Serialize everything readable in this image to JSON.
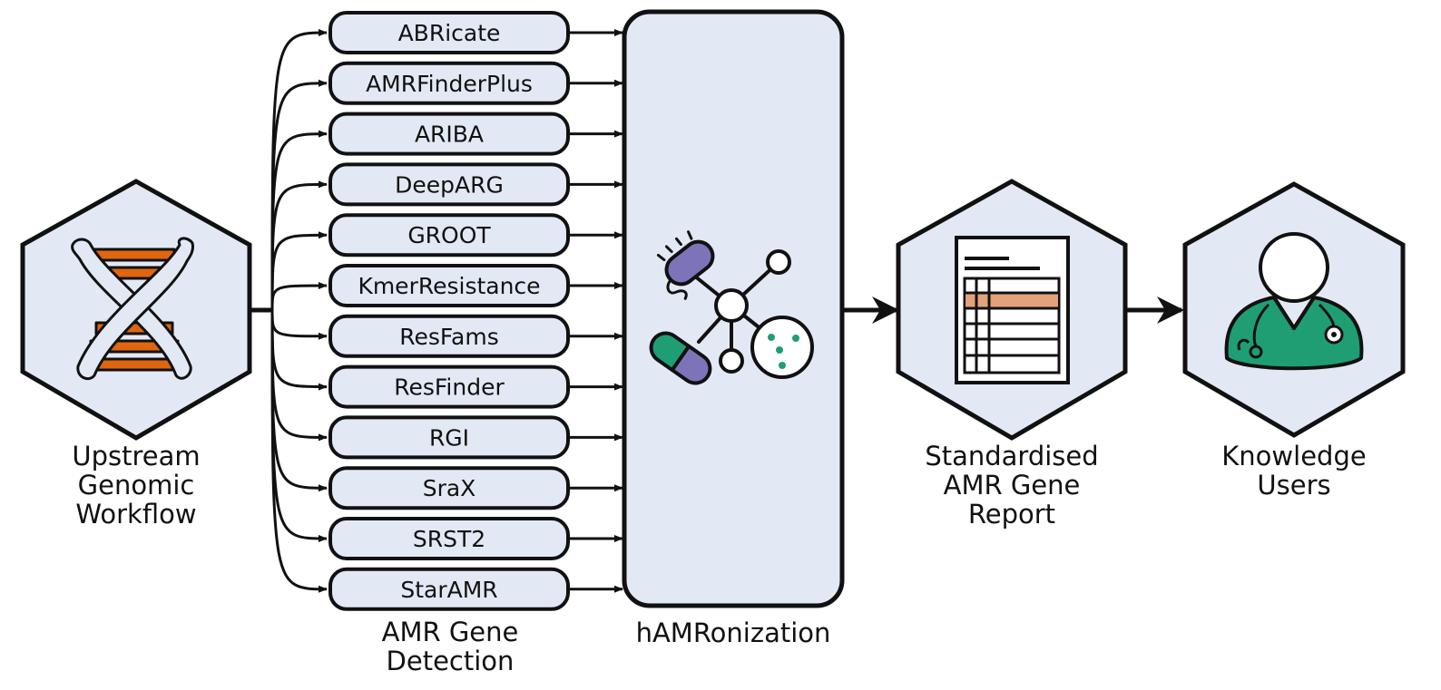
{
  "colors": {
    "panel_fill": "#e3e9f4",
    "stroke": "#111111",
    "dna_orange": "#e0650f",
    "report_highlight": "#e3a27a",
    "bacteria_purple": "#7d73b9",
    "capsule_green": "#1f9e73",
    "user_scrubs": "#1f9e73"
  },
  "nodes": {
    "upstream": {
      "icon": "dna-icon",
      "label_lines": [
        "Upstream",
        "Genomic",
        "Workflow"
      ]
    },
    "detection": {
      "label_lines": [
        "AMR Gene",
        "Detection"
      ],
      "tools": [
        "ABRicate",
        "AMRFinderPlus",
        "ARIBA",
        "DeepARG",
        "GROOT",
        "KmerResistance",
        "ResFams",
        "ResFinder",
        "RGI",
        "SraX",
        "SRST2",
        "StarAMR"
      ]
    },
    "hamronization": {
      "icon": "amr-network-icon",
      "label": "hAMRonization"
    },
    "report": {
      "icon": "report-table-icon",
      "label_lines": [
        "Standardised",
        "AMR Gene",
        "Report"
      ]
    },
    "users": {
      "icon": "clinician-icon",
      "label_lines": [
        "Knowledge",
        "Users"
      ]
    }
  }
}
